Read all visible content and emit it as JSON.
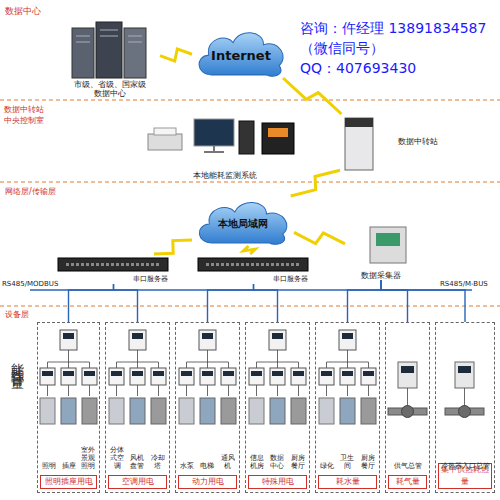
{
  "diagram": {
    "nodes": [
      {
        "text": [
          "市级、省级、国家级 数据中心"
        ]
      },
      {
        "text": [
          "Internet"
        ]
      },
      {
        "text": [
          "本地能耗监测系统"
        ]
      },
      {
        "text": [
          "数据中转站"
        ]
      },
      {
        "text": [
          "本地局域网"
        ]
      },
      {
        "text": [
          "串口服务器"
        ]
      },
      {
        "text": [
          "串口服务器"
        ]
      },
      {
        "text": [
          "数据采集器"
        ]
      },
      {
        "text": [
          "照明",
          "插座",
          "室外景观照明",
          "照明插座用电"
        ]
      },
      {
        "text": [
          "分体式空调",
          "风机盘管",
          "冷却塔",
          "空调用电"
        ]
      },
      {
        "text": [
          "水泵",
          "电梯",
          "通风机",
          "动力用电"
        ]
      },
      {
        "text": [
          "信息机房",
          "数据中心",
          "厨房餐厅",
          "特殊用电"
        ]
      },
      {
        "text": [
          "绿化",
          "卫生间",
          "厨房餐厅",
          "耗水量"
        ]
      },
      {
        "text": [
          "供气总管",
          "耗气量"
        ]
      },
      {
        "text": [
          "冷热器入口总管",
          "集中供热耗热量"
        ]
      }
    ],
    "edges": [
      {
        "from": 0,
        "to": 1,
        "arrow": "none"
      },
      {
        "from": 1,
        "to": 3,
        "arrow": "none"
      },
      {
        "from": 3,
        "to": 4,
        "arrow": "none"
      },
      {
        "from": 4,
        "to": 5,
        "arrow": "none"
      },
      {
        "from": 4,
        "to": 6,
        "arrow": "none"
      },
      {
        "from": 4,
        "to": 7,
        "arrow": "none"
      },
      {
        "from": 5,
        "to": 8,
        "arrow": "none"
      },
      {
        "from": 5,
        "to": 9,
        "arrow": "none"
      },
      {
        "from": 6,
        "to": 10,
        "arrow": "none"
      },
      {
        "from": 6,
        "to": 11,
        "arrow": "none"
      },
      {
        "from": 7,
        "to": 12,
        "arrow": "none"
      },
      {
        "from": 7,
        "to": 13,
        "arrow": "none"
      },
      {
        "from": 7,
        "to": 14,
        "arrow": "none"
      }
    ],
    "labels": [
      "数据中心",
      "咨询：仵经理 13891834587",
      "（微信同号）",
      "QQ：407693430",
      "数据中转站 中央控制室",
      "网络层/传输层",
      "RS485/MODBUS",
      "RS485/M-BUS",
      "设备层",
      "能耗综合计量"
    ]
  }
}
